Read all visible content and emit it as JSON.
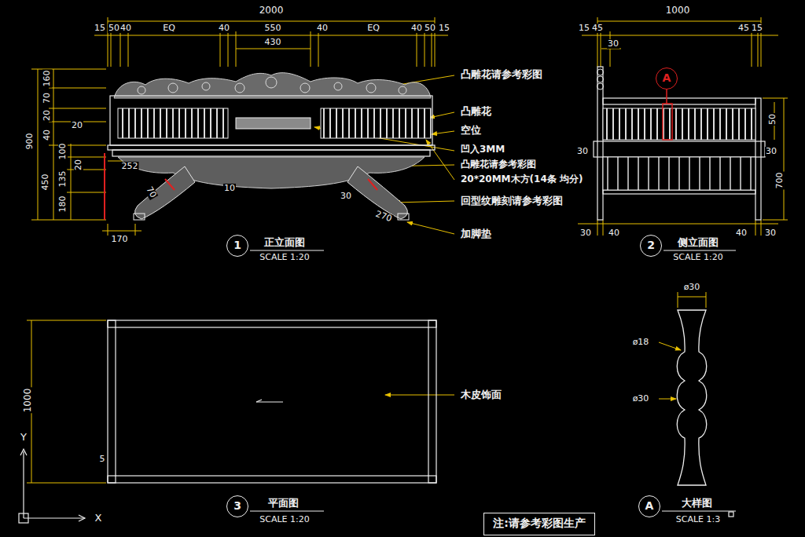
{
  "diagram": {
    "nodes": [
      {
        "text": [
          "A"
        ]
      },
      {
        "text": [
          "1"
        ]
      },
      {
        "text": [
          "2"
        ]
      },
      {
        "text": [
          "3"
        ]
      },
      {
        "text": [
          "A"
        ]
      },
      {
        "text": [
          "注:请参考彩图生产"
        ]
      }
    ],
    "labels": [
      "2000",
      "15",
      "50",
      "40",
      "EQ",
      "40",
      "550",
      "40",
      "EQ",
      "40",
      "50",
      "15",
      "430",
      "160",
      "70",
      "20",
      "20",
      "40",
      "900",
      "100",
      "20",
      "135",
      "450",
      "180",
      "252",
      "170",
      "70",
      "10",
      "30",
      "270",
      "凸雕花请参考彩图",
      "凸雕花",
      "空位",
      "凹入3MM",
      "凸雕花请参考彩图",
      "20*20MM木方(14条 均分)",
      "回型纹雕刻请参考彩图",
      "加脚垫",
      "正立面图",
      "SCALE 1:20",
      "1000",
      "15",
      "45",
      "30",
      "45",
      "15",
      "50",
      "700",
      "30",
      "30",
      "30",
      "40",
      "40",
      "30",
      "侧立面图",
      "SCALE 1:20",
      "1000",
      "5",
      "木皮饰面",
      "平面图",
      "SCALE 1:20",
      "Y",
      "X",
      "ø30",
      "ø18",
      "ø30",
      "大样图",
      "SCALE 1:3"
    ]
  }
}
